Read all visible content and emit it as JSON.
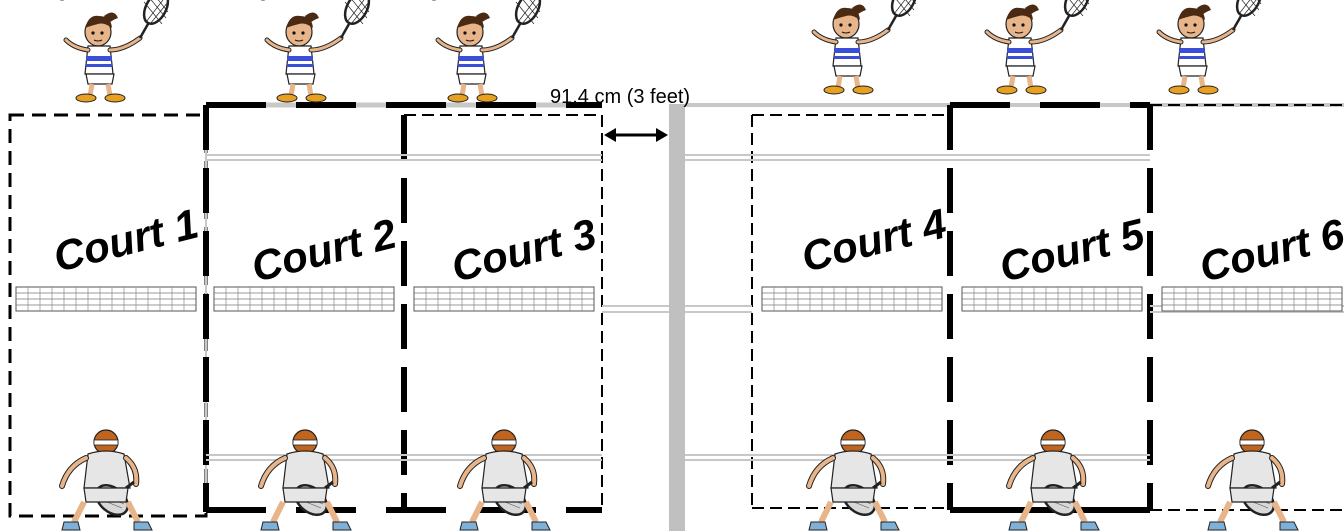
{
  "diagram": {
    "separation_label": "91.4 cm (3 feet)",
    "courts": [
      {
        "label": "Court 1"
      },
      {
        "label": "Court 2"
      },
      {
        "label": "Court 3"
      },
      {
        "label": "Court 4"
      },
      {
        "label": "Court 5"
      },
      {
        "label": "Court 6"
      }
    ],
    "colors": {
      "line": "#000000",
      "faint_line": "#c8c8c8",
      "divider": "#c0c0c0",
      "shirt_stripe": "#3b4ed8",
      "shoe": "#e8a020",
      "skin": "#e8b48a",
      "hair_female": "#4a2a12",
      "hair_male": "#c0651f"
    }
  }
}
